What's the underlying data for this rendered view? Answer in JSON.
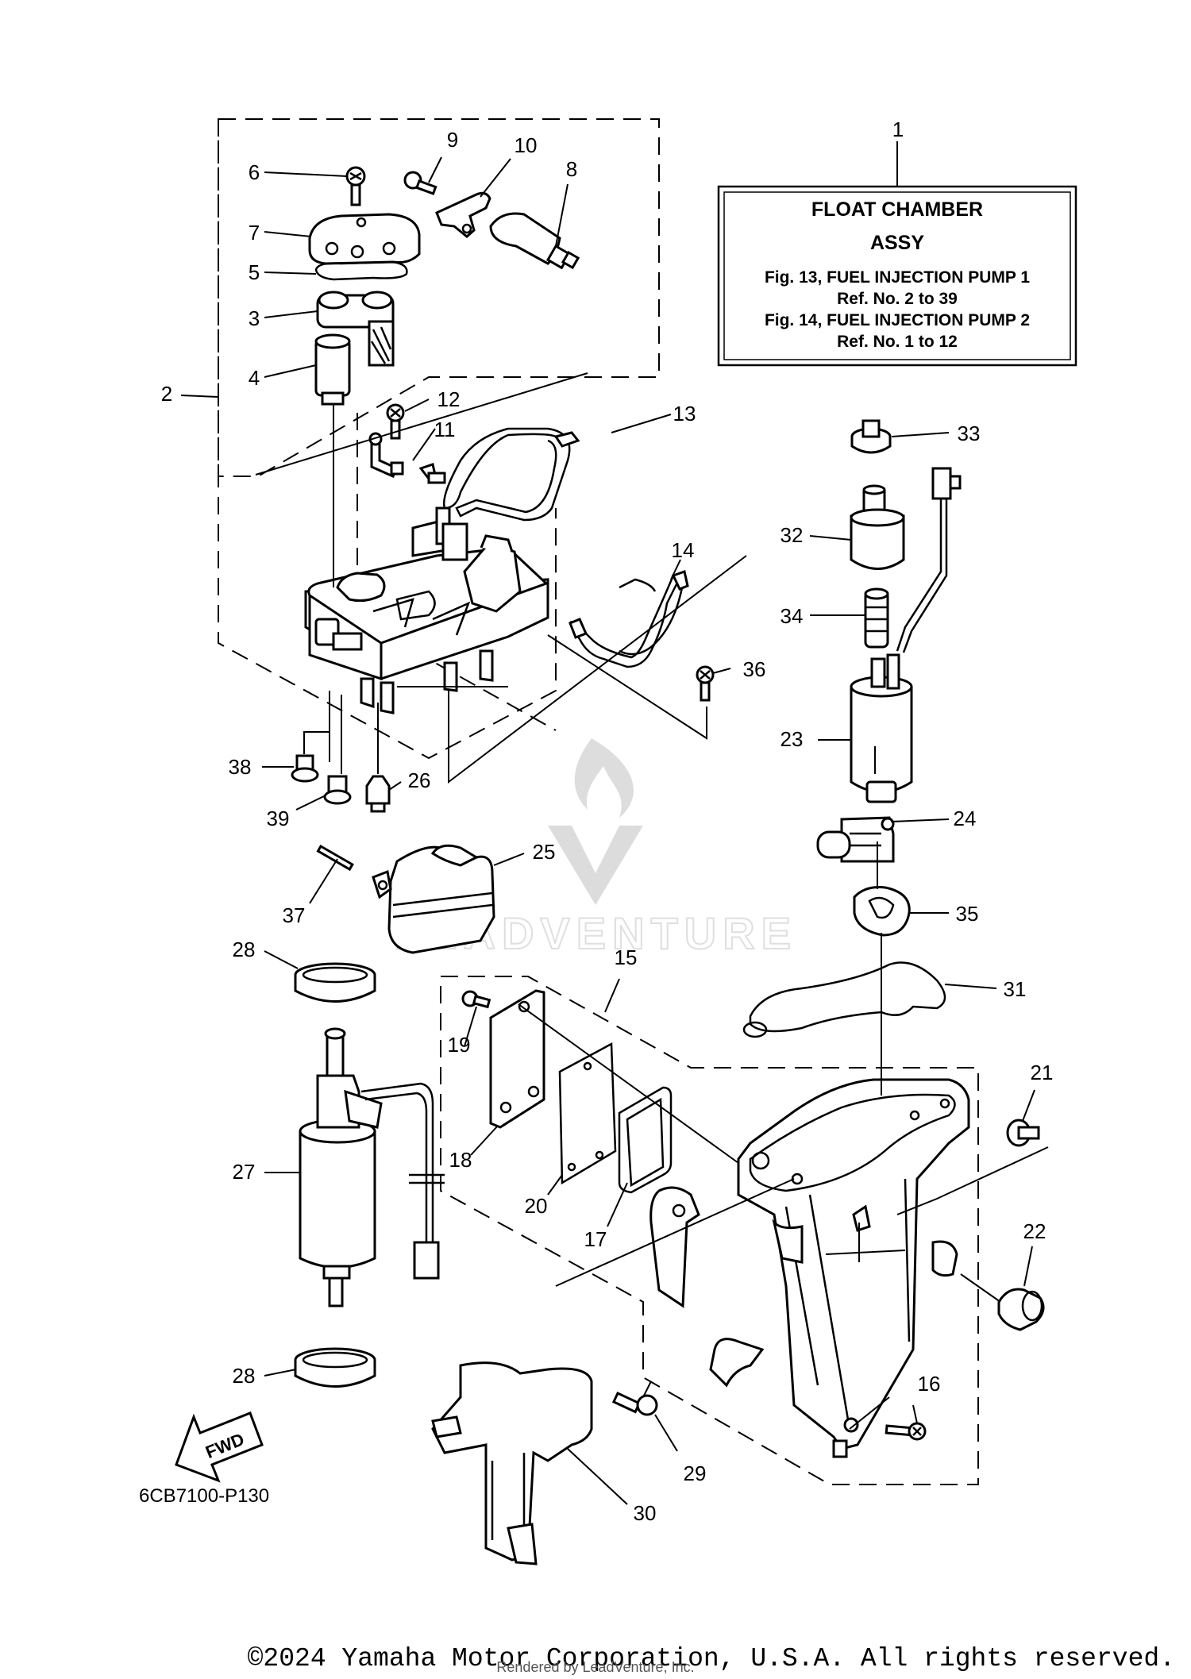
{
  "info_box": {
    "title_line1": "FLOAT CHAMBER",
    "title_line2": "ASSY",
    "ref1": "Fig. 13, FUEL INJECTION PUMP 1",
    "ref1_range": "Ref. No. 2 to 39",
    "ref2": "Fig. 14, FUEL INJECTION PUMP 2",
    "ref2_range": "Ref. No. 1 to 12"
  },
  "callouts": [
    "1",
    "2",
    "3",
    "4",
    "5",
    "6",
    "7",
    "8",
    "9",
    "10",
    "11",
    "12",
    "13",
    "14",
    "15",
    "16",
    "17",
    "18",
    "19",
    "20",
    "21",
    "22",
    "23",
    "24",
    "25",
    "26",
    "27",
    "28",
    "28",
    "29",
    "30",
    "31",
    "32",
    "33",
    "34",
    "35",
    "36",
    "37",
    "38",
    "39"
  ],
  "diagram_code": "6CB7100-P130",
  "fwd_label": "FWD",
  "watermark": "LEADVENTURE",
  "footer": {
    "copyright": "©2024 Yamaha Motor Corporation, U.S.A. All rights reserved.",
    "rendered_by": "Rendered by LeadVenture, Inc."
  }
}
